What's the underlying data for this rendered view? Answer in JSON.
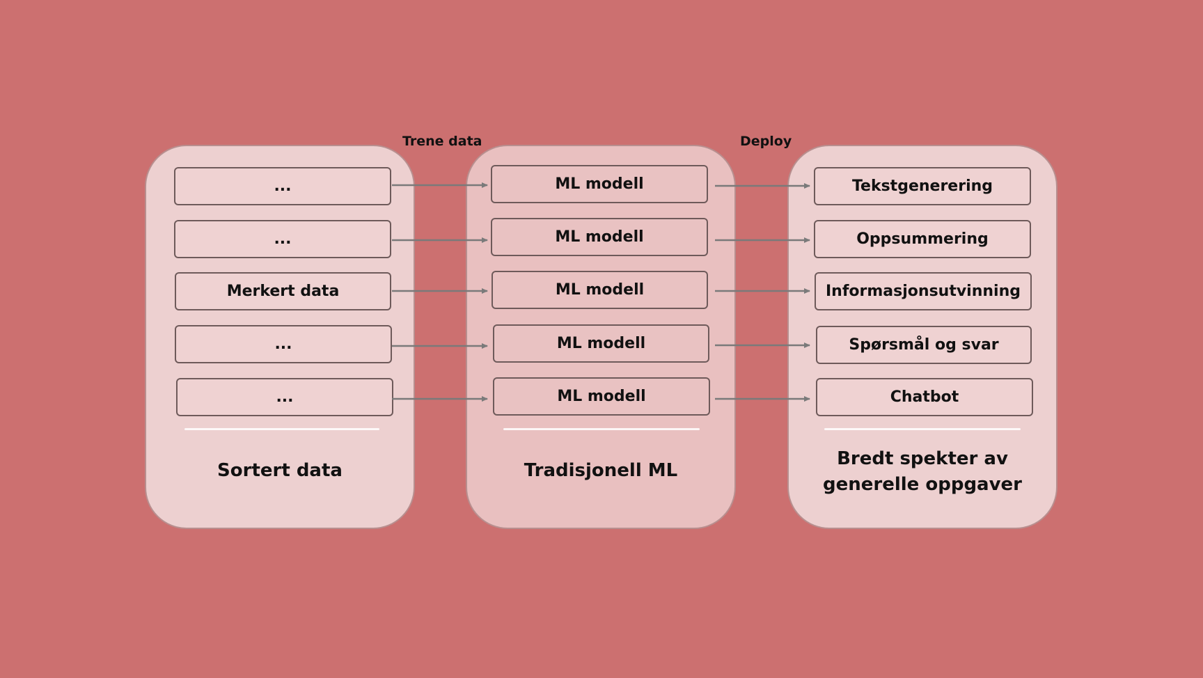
{
  "labels": {
    "train": "Trene data",
    "deploy": "Deploy"
  },
  "columns": {
    "left": {
      "title": "Sortert data",
      "items": [
        "...",
        "...",
        "Merkert data",
        "...",
        "..."
      ]
    },
    "middle": {
      "title": "Tradisjonell ML",
      "items": [
        "ML modell",
        "ML modell",
        "ML modell",
        "ML modell",
        "ML modell"
      ]
    },
    "right": {
      "title_line1": "Bredt spekter av",
      "title_line2": "generelle oppgaver",
      "items": [
        "Tekstgenerering",
        "Oppsummering",
        "Informasjonsutvinning",
        "Spørsmål og svar",
        "Chatbot"
      ]
    }
  },
  "colors": {
    "background": "#cc7070",
    "column_light": "#edd0d0",
    "column_mid": "#e9c0c0",
    "box_border": "#6e5a5a",
    "arrow": "#7a7a7a"
  }
}
